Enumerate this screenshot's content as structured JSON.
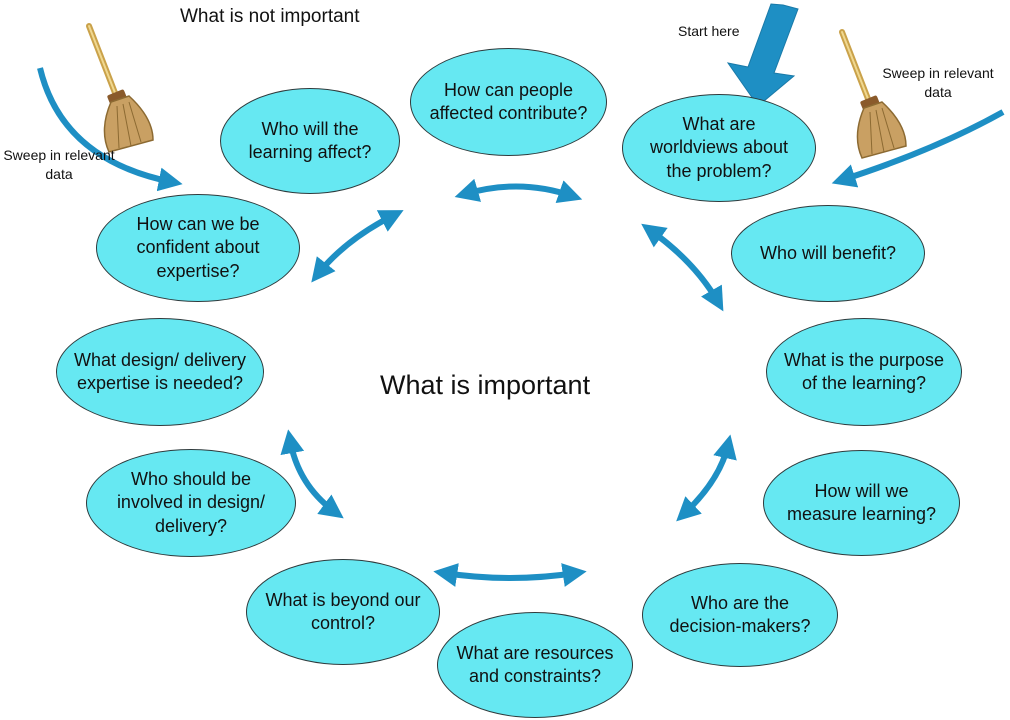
{
  "heading": "What is not important",
  "center_title": "What is important",
  "start_label": "Start here",
  "sweep_left": "Sweep in relevant data",
  "sweep_right": "Sweep in relevant data",
  "colors": {
    "bubble_fill": "#66e8f2",
    "arrow": "#1e8fc4",
    "outline": "#2e3a3c"
  },
  "questions": [
    "How can people affected contribute?",
    "What are worldviews about the problem?",
    "Who will benefit?",
    "What is the purpose of the learning?",
    "How will we measure learning?",
    "Who are the decision-makers?",
    "What are resources and constraints?",
    "What is beyond our control?",
    "Who should be involved in design/ delivery?",
    "What design/ delivery expertise is needed?",
    "How can we be confident about expertise?",
    "Who will the learning affect?"
  ],
  "icons": [
    "broom-icon",
    "broom-icon",
    "arrow-down-icon"
  ]
}
